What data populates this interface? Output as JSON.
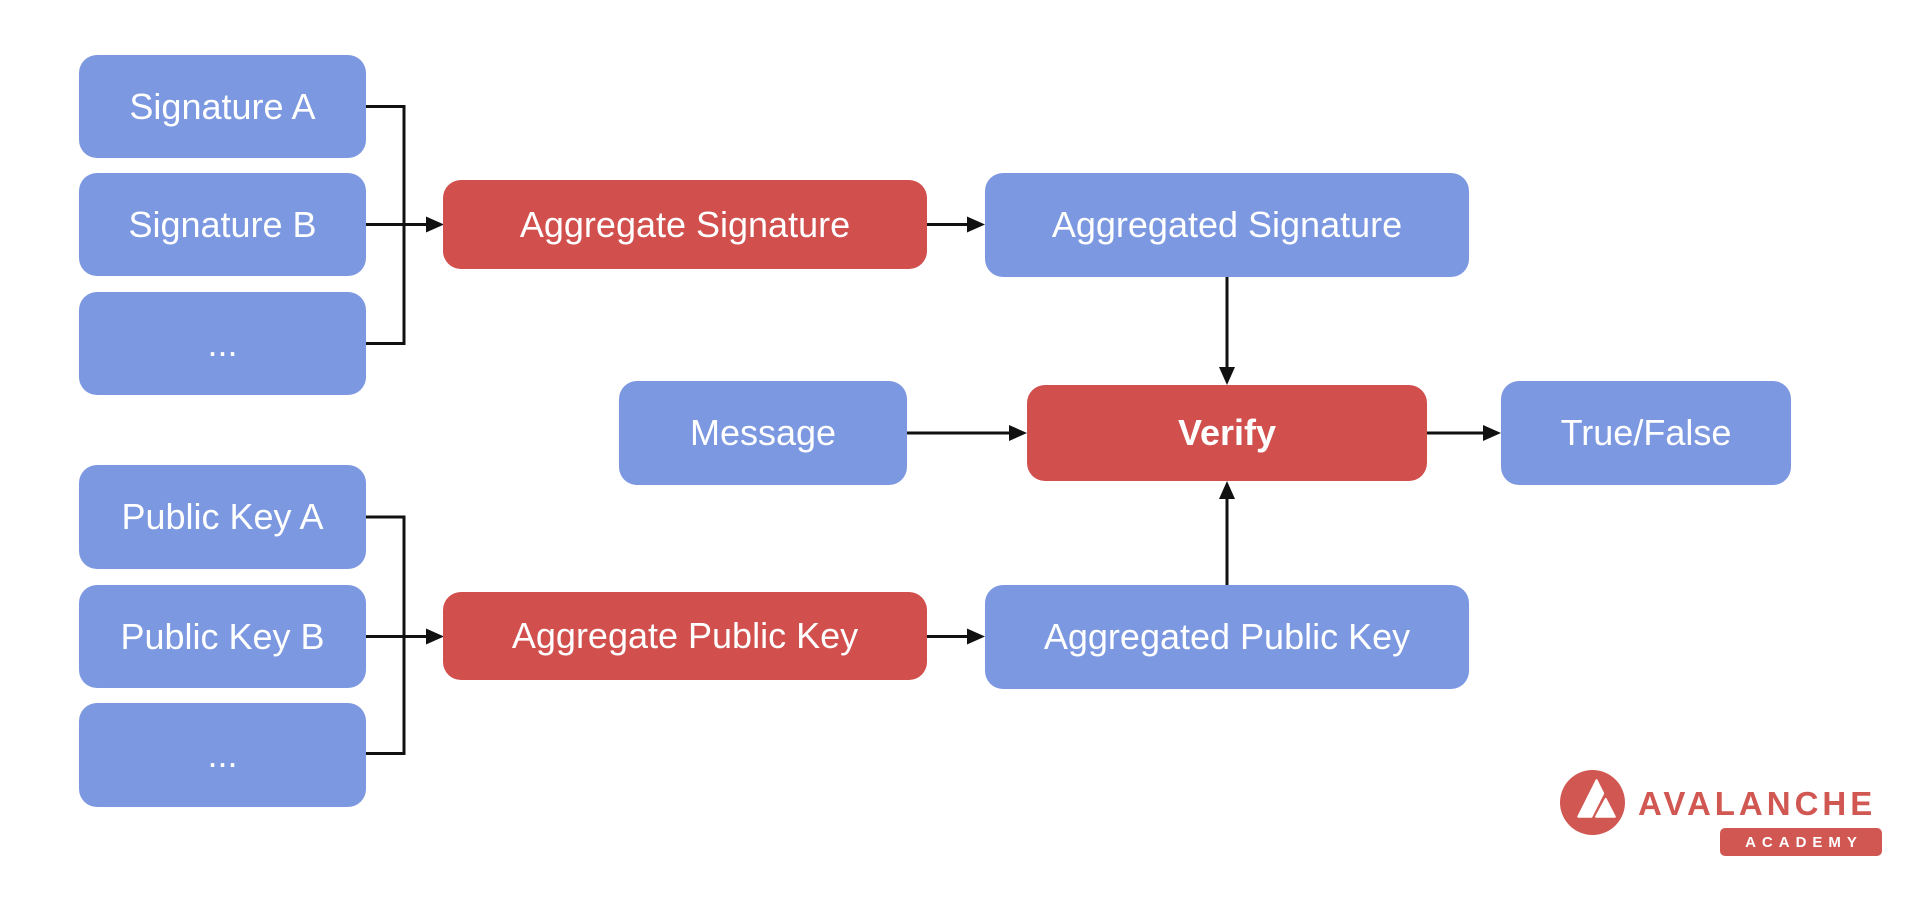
{
  "colors": {
    "blue": "#7C98E0",
    "red": "#D1504D",
    "logo_red": "#D15752",
    "line": "#111111"
  },
  "nodes": {
    "signature_a": "Signature A",
    "signature_b": "Signature B",
    "signature_more": "...",
    "aggregate_signature": "Aggregate Signature",
    "aggregated_signature": "Aggregated Signature",
    "message": "Message",
    "verify": "Verify",
    "true_false": "True/False",
    "public_key_a": "Public Key A",
    "public_key_b": "Public Key B",
    "public_key_more": "...",
    "aggregate_public_key": "Aggregate Public Key",
    "aggregated_public_key": "Aggregated Public Key"
  },
  "logo": {
    "brand": "AVALANCHE",
    "subtitle": "ACADEMY"
  }
}
